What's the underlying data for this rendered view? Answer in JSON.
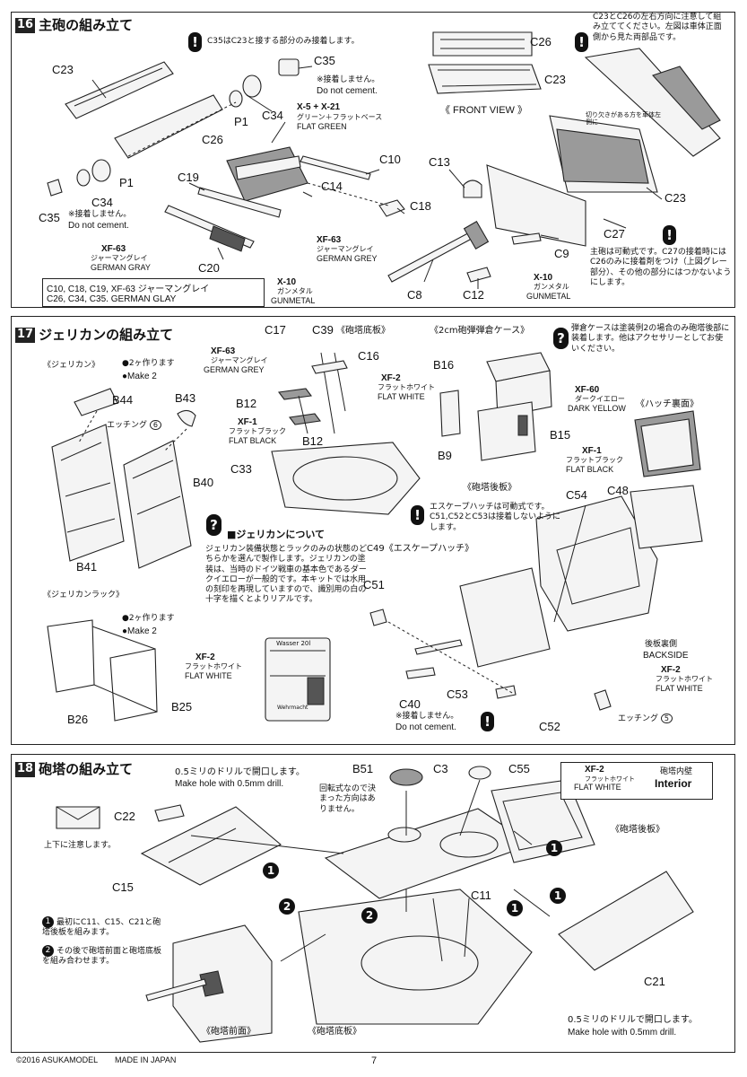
{
  "step16": {
    "num": "16",
    "title": "主砲の組み立て",
    "note_c35": "C35はC23と接する部分のみ接着します。",
    "no_cement_jp": "※接着しません。",
    "no_cement_en": "Do not cement.",
    "no_cement2_jp": "※接着しません。",
    "no_cement2_en": "Do not cement.",
    "paint_x5": "X-5 + X-21",
    "paint_x5_jp": "グリーン＋フラットベース",
    "paint_x5_en": "FLAT GREEN",
    "paint_xf63_a": "XF-63",
    "paint_xf63_a_jp": "ジャーマングレイ",
    "paint_xf63_a_en": "GERMAN GRAY",
    "paint_xf63_b": "XF-63",
    "paint_xf63_b_jp": "ジャーマングレイ",
    "paint_xf63_b_en": "GERMAN GREY",
    "paint_x10_a": "X-10",
    "paint_x10_a_jp": "ガンメタル",
    "paint_x10_a_en": "GUNMETAL",
    "paint_x10_b": "X-10",
    "paint_x10_b_jp": "ガンメタル",
    "paint_x10_b_en": "GUNMETAL",
    "parts_box_line1": "C10, C18, C19,  XF-63 ジャーマングレイ",
    "parts_box_line2": "C26, C34, C35.            GERMAN GLAY",
    "front_view": "《 FRONT VIEW 》",
    "note_c23_c26": "C23とC26の左右方向に注意して組み立ててください。左図は車体正面側から見た両部品です。",
    "note_notch": "切り欠きがある方を車体左側に",
    "note_gun": "主砲は可動式です。C27の接着時にはC26のみに接着剤をつけ（上図グレー部分）、その他の部分にはつかないようにします。",
    "labels": [
      "C23",
      "C35",
      "P1",
      "C34",
      "C26",
      "C10",
      "C19",
      "C14",
      "C18",
      "P1",
      "C34",
      "C35",
      "C20",
      "C13",
      "C26",
      "C23",
      "C23",
      "C27",
      "C9",
      "C8",
      "C12"
    ]
  },
  "step17": {
    "num": "17",
    "title": "ジェリカンの組み立て",
    "jerrycan_header": "《ジェリカン》",
    "make2_jp": "2ヶ作ります",
    "make2_en": "Make 2",
    "etching6": "エッチング",
    "etching6_num": "6",
    "rack_header": "《ジェリカンラック》",
    "make2b_jp": "2ヶ作ります",
    "make2b_en": "Make 2",
    "about_title": "■ジェリカンについて",
    "about_text": "ジェリカン装備状態とラックのみの状態のどちらかを選んで製作します。ジェリカンの塗装は、当時のドイツ戦車の基本色であるダークイエローが一般的です。本キットでは水用の刻印を再現していますので、識別用の白の十字を描くとよりリアルです。",
    "paint_xf2_a": "XF-2",
    "paint_xf2_a_jp": "フラットホワイト",
    "paint_xf2_a_en": "FLAT WHITE",
    "can_text": "Wasser 20l",
    "can_text2": "Wehrmacht",
    "turret_floor": "《砲塔底板》",
    "paint_xf63": "XF-63",
    "paint_xf63_jp": "ジャーマングレイ",
    "paint_xf63_en": "GERMAN GREY",
    "paint_xf2_b": "XF-2",
    "paint_xf2_b_jp": "フラットホワイト",
    "paint_xf2_b_en": "FLAT WHITE",
    "paint_xf1": "XF-1",
    "paint_xf1_jp": "フラットブラック",
    "paint_xf1_en": "FLAT BLACK",
    "ammo_header": "《2cm砲弾弾倉ケース》",
    "ammo_note": "弾倉ケースは塗装例2の場合のみ砲塔後部に装着します。他はアクセサリーとしてお使いください。",
    "paint_xf60": "XF-60",
    "paint_xf60_jp": "ダークイエロー",
    "paint_xf60_en": "DARK YELLOW",
    "hatch_back": "《ハッチ裏面》",
    "paint_xf1_b": "XF-1",
    "paint_xf1_b_jp": "フラットブラック",
    "paint_xf1_b_en": "FLAT BLACK",
    "rear_header": "《砲塔後板》",
    "escape_note": "エスケープハッチは可動式です。C51,C52とC53は接着しないようにします。",
    "escape_hatch": "C49《エスケープハッチ》",
    "backside_jp": "後板裏側",
    "backside_en": "BACKSIDE",
    "paint_xf2_c": "XF-2",
    "paint_xf2_c_jp": "フラットホワイト",
    "paint_xf2_c_en": "FLAT WHITE",
    "no_cement_jp": "※接着しません。",
    "no_cement_en": "Do not cement.",
    "etching5": "エッチング",
    "etching5_num": "5",
    "labels": [
      "B44",
      "B43",
      "B40",
      "B41",
      "B26",
      "B25",
      "C17",
      "C39",
      "C16",
      "B12",
      "B12",
      "C33",
      "B16",
      "B9",
      "B15",
      "C54",
      "C48",
      "C51",
      "C40",
      "C53",
      "C52"
    ]
  },
  "step18": {
    "num": "18",
    "title": "砲塔の組み立て",
    "drill_top_jp": "0.5ミリのドリルで開口します。",
    "drill_top_en": "Make hole with 0.5mm drill.",
    "updown_note": "上下に注意します。",
    "rotate_note": "回転式なので決まった方向はありません。",
    "interior_paint": "XF-2",
    "interior_paint_jp": "フラットホワイト",
    "interior_paint_en": "FLAT WHITE",
    "interior_jp": "砲塔内壁",
    "interior_en": "Interior",
    "rear_label": "《砲塔後板》",
    "front_label": "《砲塔前面》",
    "floor_label": "《砲塔底板》",
    "step1_text": "最初にC11、C15、C21と砲塔後板を組みます。",
    "step2_text": "その後で砲塔前面と砲塔底板を組み合わせます。",
    "drill_bot_jp": "0.5ミリのドリルで開口します。",
    "drill_bot_en": "Make hole with 0.5mm drill.",
    "labels": [
      "C22",
      "C15",
      "B51",
      "C3",
      "C55",
      "C11",
      "C21"
    ]
  },
  "footer": {
    "copyright": "©2016 ASUKAMODEL",
    "made_in": "MADE IN JAPAN",
    "page": "7"
  }
}
